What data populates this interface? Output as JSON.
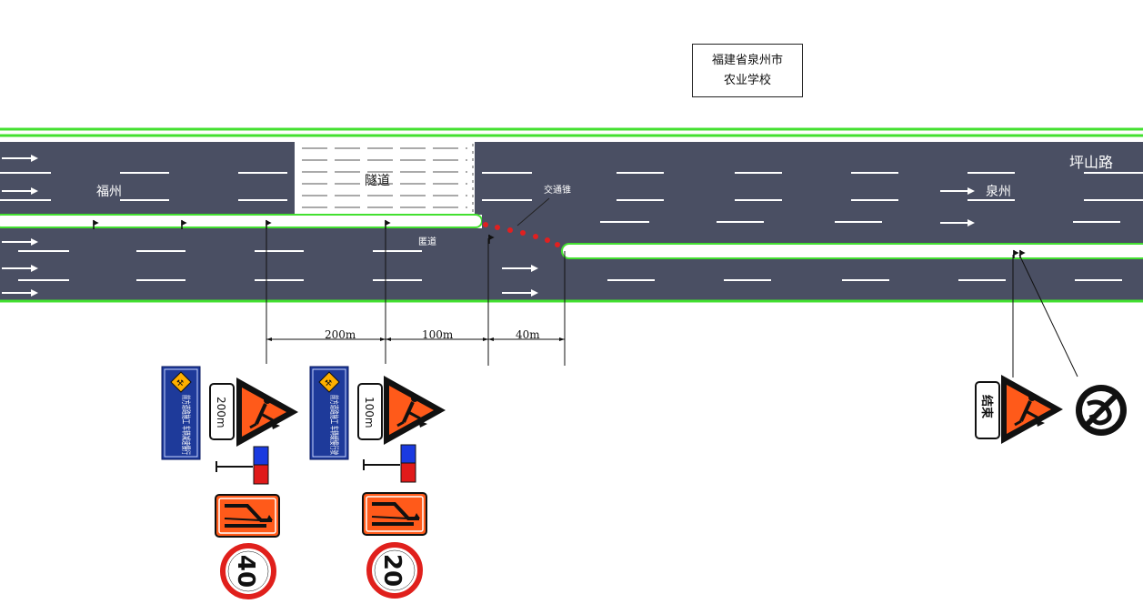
{
  "school": {
    "line1": "福建省泉州市",
    "line2": "农业学校"
  },
  "road": {
    "city_left": "福州",
    "city_right": "泉州",
    "road_name": "坪山路",
    "tunnel": "隧道",
    "tunnel_lower": "匿道",
    "cone_label": "交通锥"
  },
  "distances": [
    {
      "label": "200m"
    },
    {
      "label": "100m"
    },
    {
      "label": "40m"
    }
  ],
  "signs": {
    "sign1_text": "前方道路施工 车辆减速慢行",
    "sign1_distance": "200m",
    "sign2_text": "前方道路施工 车辆缓慢行驶",
    "sign2_distance": "100m",
    "end_sign": "结束",
    "speed1": "40",
    "speed2": "20"
  },
  "colors": {
    "asphalt": "#4a4f63",
    "edge_green": "#43e030",
    "cone_red": "#e02020",
    "sign_blue": "#1e3a9a",
    "sign_orange": "#ff5a1a",
    "speed_red": "#e0201c"
  }
}
